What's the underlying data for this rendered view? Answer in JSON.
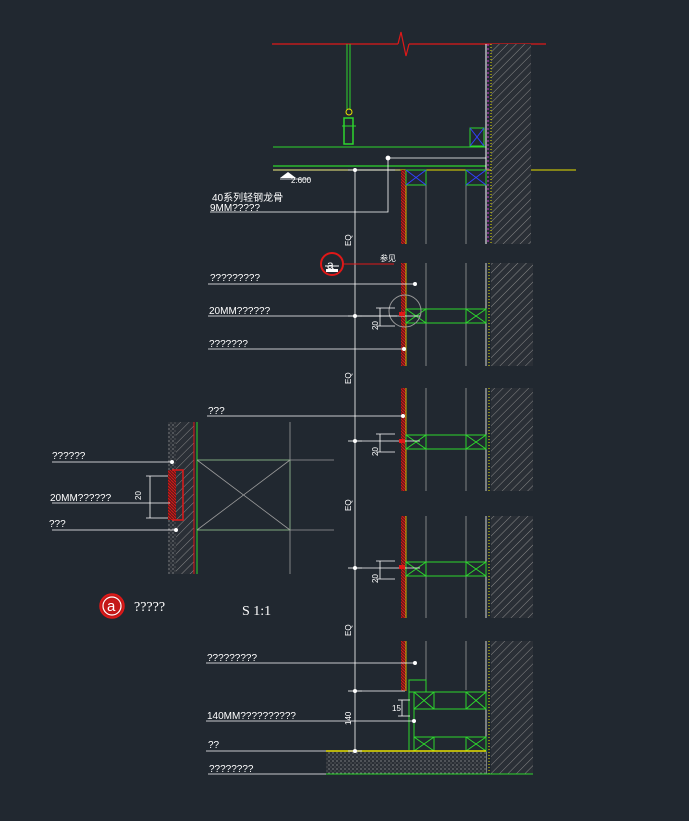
{
  "labels": {
    "keel": "40系列轻钢龙骨",
    "board9": "9MM?????",
    "level": "2.600",
    "callout_ref": "参见",
    "a1": "?????????",
    "a2": "20MM??????",
    "a3": "???????",
    "a4": "???",
    "a5": "?????????",
    "a6": "140MM??????????",
    "a7": "??",
    "a8": "????????",
    "d1": "??????",
    "d2": "20MM??????",
    "d3": "???"
  },
  "dims": {
    "eq": "EQ",
    "d20": "20",
    "d140": "140",
    "d15": "15"
  },
  "detail": {
    "symbol": "a",
    "title": "?????",
    "scale": "S 1:1"
  },
  "colors": {
    "background": "#212830",
    "white": "#ffffff",
    "green": "#2dd62d",
    "red": "#e01818",
    "yellow": "#e8e000",
    "magenta": "#d040d0",
    "grey": "#9a9a9a",
    "blue": "#3040ff"
  }
}
